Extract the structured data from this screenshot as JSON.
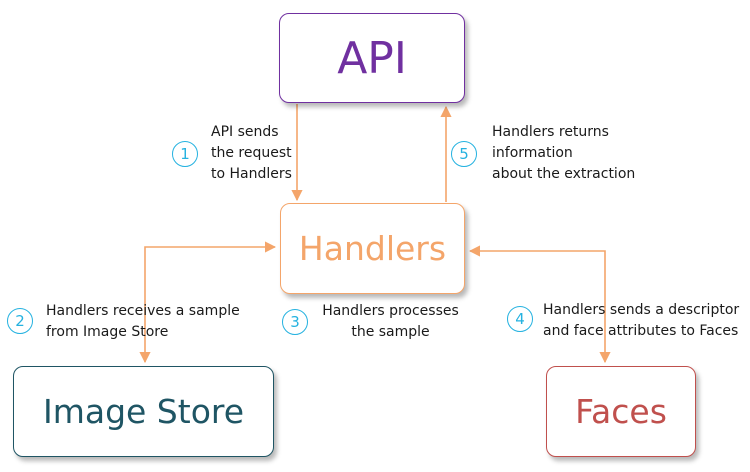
{
  "nodes": {
    "api": "API",
    "handlers": "Handlers",
    "image_store": "Image Store",
    "faces": "Faces"
  },
  "steps": [
    {
      "number": "1",
      "lines": [
        "API sends",
        "the request",
        "to Handlers"
      ]
    },
    {
      "number": "2",
      "lines": [
        "Handlers receives a sample",
        "from Image Store"
      ]
    },
    {
      "number": "3",
      "lines": [
        "Handlers processes",
        "the sample"
      ]
    },
    {
      "number": "4",
      "lines": [
        "Handlers sends a descriptor",
        "and face attributes to Faces"
      ]
    },
    {
      "number": "5",
      "lines": [
        "Handlers returns",
        "information",
        "about the extraction"
      ]
    }
  ],
  "colors": {
    "api": "#7030a0",
    "handlers": "#f4a56a",
    "image_store": "#1f5564",
    "faces": "#c0504d",
    "arrow": "#f4a56a",
    "badge": "#25b2e0"
  }
}
